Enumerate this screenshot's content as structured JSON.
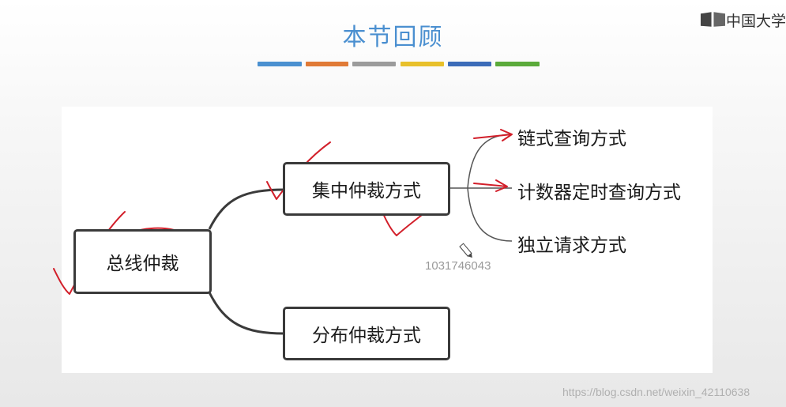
{
  "slide": {
    "title": "本节回顾",
    "brand": "中国大学",
    "color_bars": [
      "#4a90d0",
      "#e07a36",
      "#9b9b9b",
      "#e8c02a",
      "#3b6bb8",
      "#5aaa3a"
    ]
  },
  "diagram": {
    "root": "总线仲裁",
    "centralized": "集中仲裁方式",
    "distributed": "分布仲裁方式",
    "methods": [
      "链式查询方式",
      "计数器定时查询方式",
      "独立请求方式"
    ]
  },
  "watermarks": {
    "id": "1031746043",
    "url": "https://blog.csdn.net/weixin_42110638"
  }
}
